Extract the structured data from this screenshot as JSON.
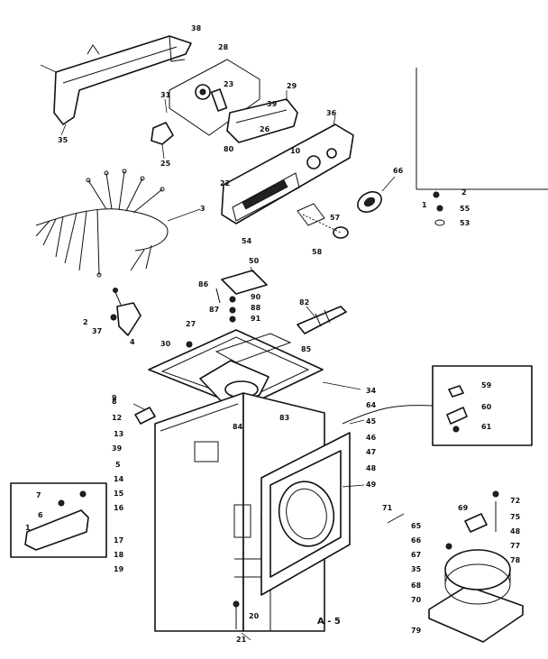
{
  "page_label": "A - 5",
  "callouts": [
    "38",
    "28",
    "23",
    "31",
    "29",
    "25",
    "26",
    "80",
    "36",
    "35",
    "39",
    "10",
    "22",
    "3",
    "66",
    "2",
    "1",
    "55",
    "53",
    "57",
    "58",
    "54",
    "50",
    "88",
    "82",
    "87",
    "90",
    "86",
    "91",
    "2",
    "37",
    "4",
    "27",
    "30",
    "85",
    "34",
    "83",
    "84",
    "8",
    "12",
    "13",
    "39",
    "5",
    "14",
    "15",
    "16",
    "17",
    "18",
    "19",
    "64",
    "45",
    "46",
    "47",
    "48",
    "49",
    "59",
    "60",
    "61",
    "7",
    "6",
    "1",
    "72",
    "71",
    "69",
    "75",
    "65",
    "66",
    "67",
    "35",
    "68",
    "70",
    "79",
    "48",
    "77",
    "78",
    "20",
    "21",
    "9"
  ]
}
